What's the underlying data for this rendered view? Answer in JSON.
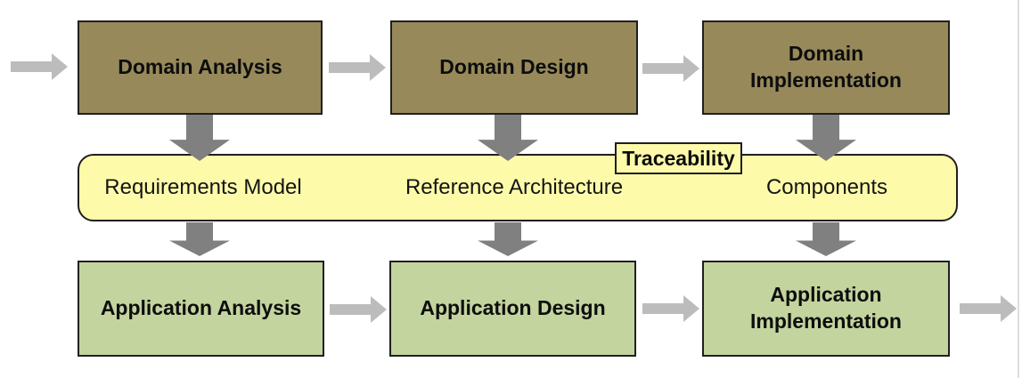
{
  "colors": {
    "domain-fill": "#97895a",
    "application-fill": "#c3d49e",
    "band-fill": "#fdfbaa",
    "box-border": "#1f1f1f",
    "down-arrow": "#808080",
    "side-arrow": "#bcbcbc",
    "page-edge": "#dedede"
  },
  "diagram": {
    "top_row": [
      {
        "label": "Domain Analysis"
      },
      {
        "label": "Domain Design"
      },
      {
        "label": "Domain Implementation"
      }
    ],
    "band": {
      "tag": "Traceability",
      "items": [
        {
          "label": "Requirements Model"
        },
        {
          "label": "Reference Architecture"
        },
        {
          "label": "Components"
        }
      ]
    },
    "bottom_row": [
      {
        "label": "Application Analysis"
      },
      {
        "label": "Application Design"
      },
      {
        "label": "Application Implementation"
      }
    ]
  }
}
